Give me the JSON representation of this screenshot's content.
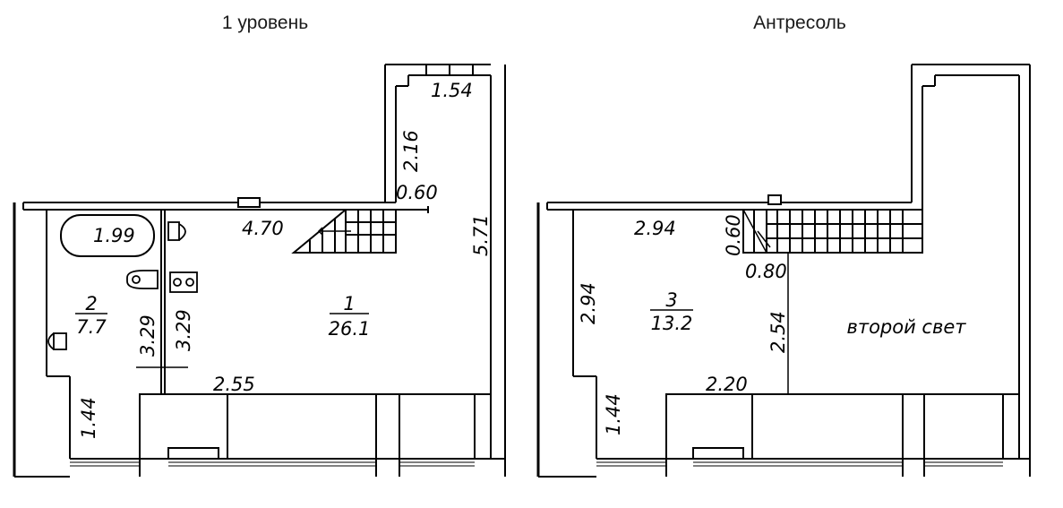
{
  "plans": {
    "level1": {
      "title": "1 уровень",
      "dims": {
        "d154": "1.54",
        "d216": "2.16",
        "d060": "0.60",
        "d470": "4.70",
        "d571": "5.71",
        "d199": "1.99",
        "d329a": "3.29",
        "d329b": "3.29",
        "d255": "2.55",
        "d144": "1.44"
      },
      "rooms": [
        {
          "number": "1",
          "area": "26.1"
        },
        {
          "number": "2",
          "area": "7.7"
        }
      ]
    },
    "mezzanine": {
      "title": "Антресоль",
      "dims": {
        "d294a": "2.94",
        "d060": "0.60",
        "d080": "0.80",
        "d294b": "2.94",
        "d254": "2.54",
        "d220": "2.20",
        "d144": "1.44"
      },
      "rooms": [
        {
          "number": "3",
          "area": "13.2"
        }
      ],
      "void_label": "второй свет"
    }
  }
}
